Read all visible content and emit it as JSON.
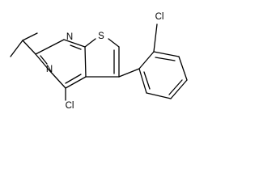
{
  "atoms": {
    "n1": "N",
    "n3": "N",
    "s7": "S",
    "cl_ring": "Cl",
    "cl_phenyl": "Cl"
  }
}
